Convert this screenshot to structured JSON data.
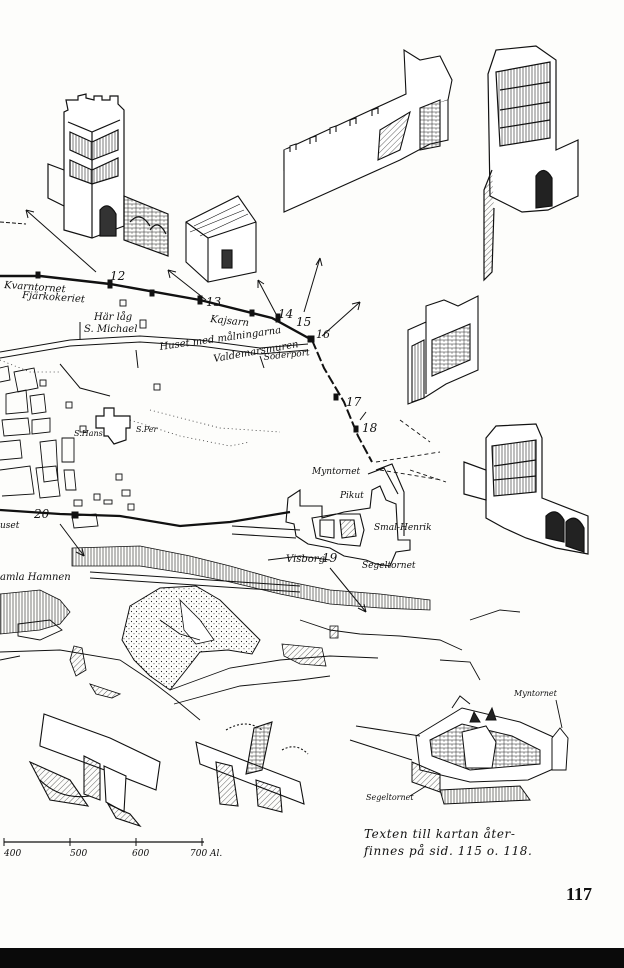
{
  "map": {
    "labels": {
      "kvarntornet": "Kvarntornet",
      "fjarkokeriet": "Fjärkokeriet",
      "num12": "12",
      "num13": "13",
      "kajsarn": "Kajsarn",
      "num14": "14",
      "num15": "15",
      "num16": "16",
      "num17": "17",
      "num18": "18",
      "num19": "19",
      "num20": "20",
      "har_lag": "Här låg",
      "s_michael": "S. Michael",
      "huset": "Huset med målningarna",
      "valdemarsmuren": "Valdemarsmuren",
      "soderport": "Söderport",
      "s_hans": "S.Hans",
      "s_per": "S.Per",
      "myntornet": "Myntornet",
      "pikut": "Pikut",
      "smal_henrik": "Smal-Henrik",
      "visborg": "Visborg",
      "segeltornet": "Segeltornet",
      "uset": "uset",
      "amla_hamnen": "amla Hamnen",
      "inset_myntornet": "Myntornet",
      "inset_segeltornet": "Segeltornet"
    },
    "scale": {
      "s400": "400",
      "s500": "500",
      "s600": "600",
      "s700": "700 Al."
    }
  },
  "caption": {
    "line1": "Texten till kartan åter-",
    "line2": "finnes på sid. 115 o. 118."
  },
  "page_number": "117"
}
